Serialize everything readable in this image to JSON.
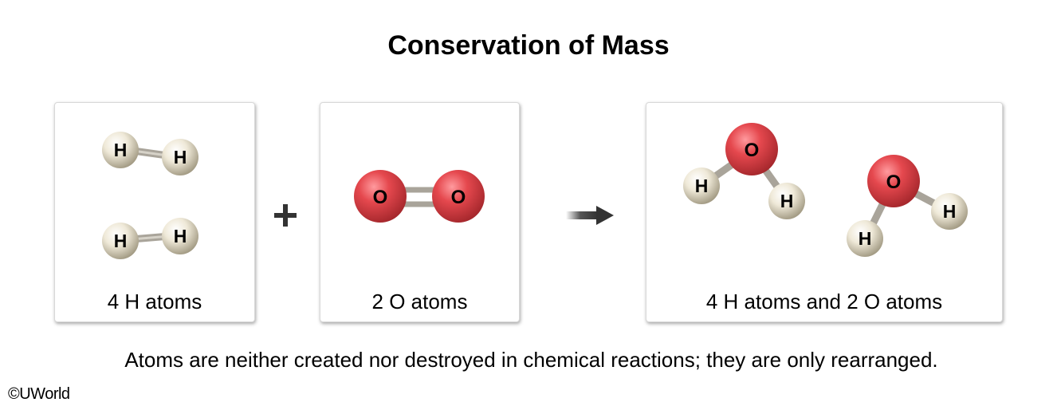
{
  "title": "Conservation of Mass",
  "panels": [
    {
      "id": "h2",
      "label": "4 H atoms"
    },
    {
      "id": "o2",
      "label": "2 O atoms"
    },
    {
      "id": "h2o",
      "label": "4 H atoms and 2 O atoms"
    }
  ],
  "atoms": {
    "hydrogen": "H",
    "oxygen": "O"
  },
  "operators": {
    "plus": "+",
    "arrow": "right-arrow-icon"
  },
  "caption": "Atoms are neither created nor destroyed in chemical reactions; they are only rearranged.",
  "copyright": "©UWorld",
  "colors": {
    "hydrogen": "#e8e2cf",
    "oxygen": "#e0464c",
    "bond": "#a9a49a",
    "arrow": "#333333"
  }
}
